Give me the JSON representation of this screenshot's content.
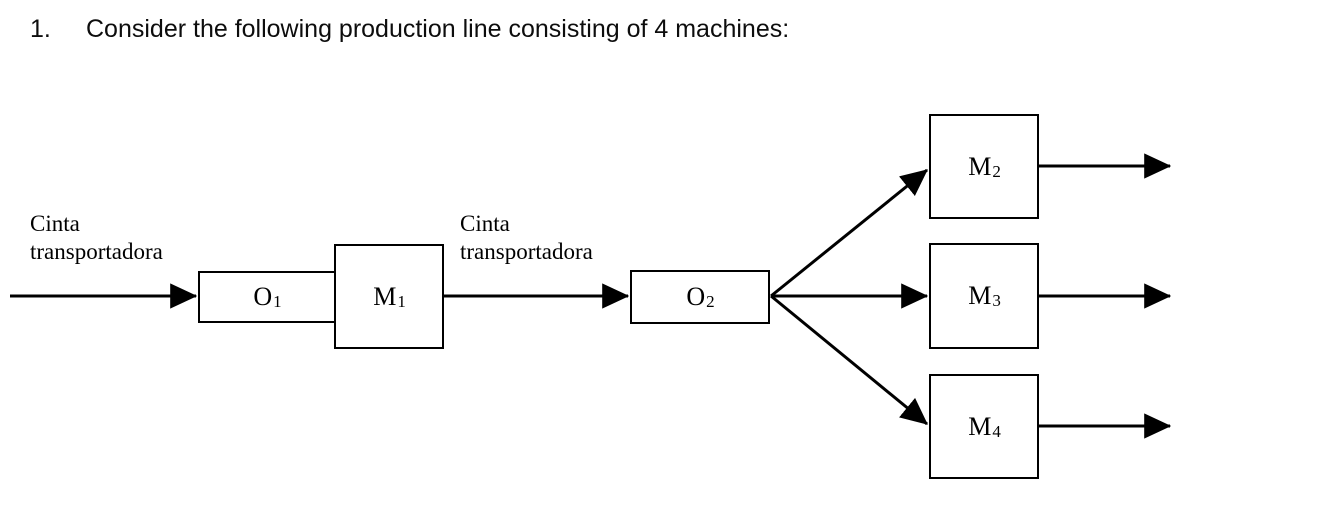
{
  "heading": {
    "number": "1.",
    "text": "Consider the following production line consisting of 4 machines:"
  },
  "diagram": {
    "title": "production-line-flow-diagram",
    "stroke_color": "#000000",
    "background_color": "#ffffff",
    "labels": [
      {
        "id": "belt1",
        "text": "Cinta\ntransportadora"
      },
      {
        "id": "belt2",
        "text": "Cinta\ntransportadora"
      }
    ],
    "nodes": [
      {
        "id": "o1",
        "base": "O",
        "sub": "1",
        "shape": "rectangle"
      },
      {
        "id": "m1",
        "base": "M",
        "sub": "1",
        "shape": "square"
      },
      {
        "id": "o2",
        "base": "O",
        "sub": "2",
        "shape": "rectangle"
      },
      {
        "id": "m2",
        "base": "M",
        "sub": "2",
        "shape": "square"
      },
      {
        "id": "m3",
        "base": "M",
        "sub": "3",
        "shape": "square"
      },
      {
        "id": "m4",
        "base": "M",
        "sub": "4",
        "shape": "square"
      }
    ],
    "arrows": [
      {
        "id": "in-to-o1",
        "from": "input",
        "to": "o1",
        "direction": "right"
      },
      {
        "id": "m1-to-o2",
        "from": "m1",
        "to": "o2",
        "direction": "right"
      },
      {
        "id": "o2-to-m2",
        "from": "o2",
        "to": "m2",
        "direction": "up-right"
      },
      {
        "id": "o2-to-m3",
        "from": "o2",
        "to": "m3",
        "direction": "right"
      },
      {
        "id": "o2-to-m4",
        "from": "o2",
        "to": "m4",
        "direction": "down-right"
      },
      {
        "id": "m2-out",
        "from": "m2",
        "to": "output",
        "direction": "right"
      },
      {
        "id": "m3-out",
        "from": "m3",
        "to": "output",
        "direction": "right"
      },
      {
        "id": "m4-out",
        "from": "m4",
        "to": "output",
        "direction": "right"
      }
    ]
  }
}
